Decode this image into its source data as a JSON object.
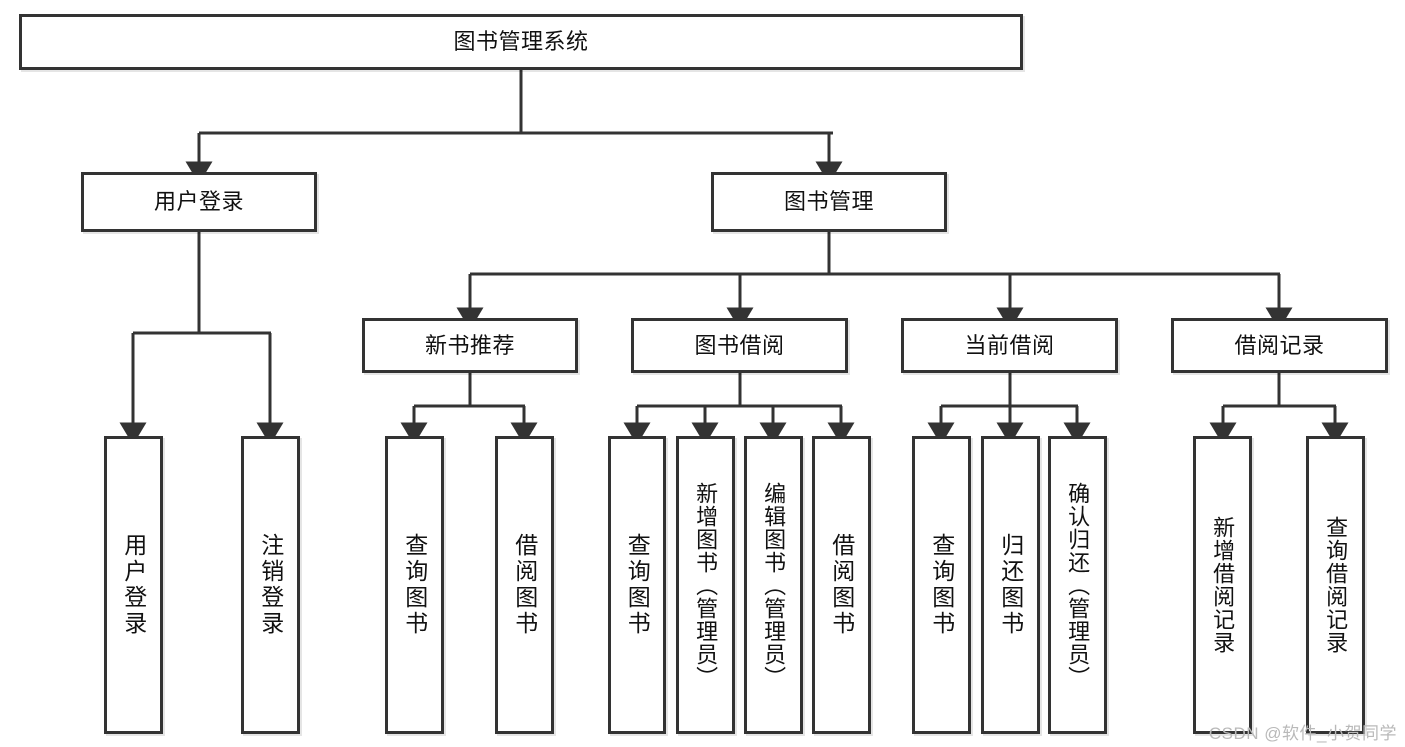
{
  "diagram": {
    "title": "图书管理系统",
    "type": "tree",
    "watermark": "CSDN @软件_小贺同学",
    "colors": {
      "box_border": "#333333",
      "box_fill": "#ffffff",
      "connector": "#333333",
      "watermark": "#b9b9b9",
      "background": "#ffffff"
    },
    "levels": {
      "root": {
        "label": "图书管理系统"
      },
      "level2": [
        {
          "label": "用户登录"
        },
        {
          "label": "图书管理"
        }
      ],
      "level3": [
        {
          "label": "新书推荐"
        },
        {
          "label": "图书借阅"
        },
        {
          "label": "当前借阅"
        },
        {
          "label": "借阅记录"
        }
      ],
      "level4": {
        "user_login": [
          {
            "label": "用户登录"
          },
          {
            "label": "注销登录"
          }
        ],
        "new_book": [
          {
            "label": "查询图书"
          },
          {
            "label": "借阅图书"
          }
        ],
        "borrow_book": [
          {
            "label": "查询图书"
          },
          {
            "label": "新增图书（管理员）"
          },
          {
            "label": "编辑图书（管理员）"
          },
          {
            "label": "借阅图书"
          }
        ],
        "current_borrow": [
          {
            "label": "查询图书"
          },
          {
            "label": "归还图书"
          },
          {
            "label": "确认归还（管理员）"
          }
        ],
        "borrow_record": [
          {
            "label": "新增借阅记录"
          },
          {
            "label": "查询借阅记录"
          }
        ]
      }
    }
  }
}
